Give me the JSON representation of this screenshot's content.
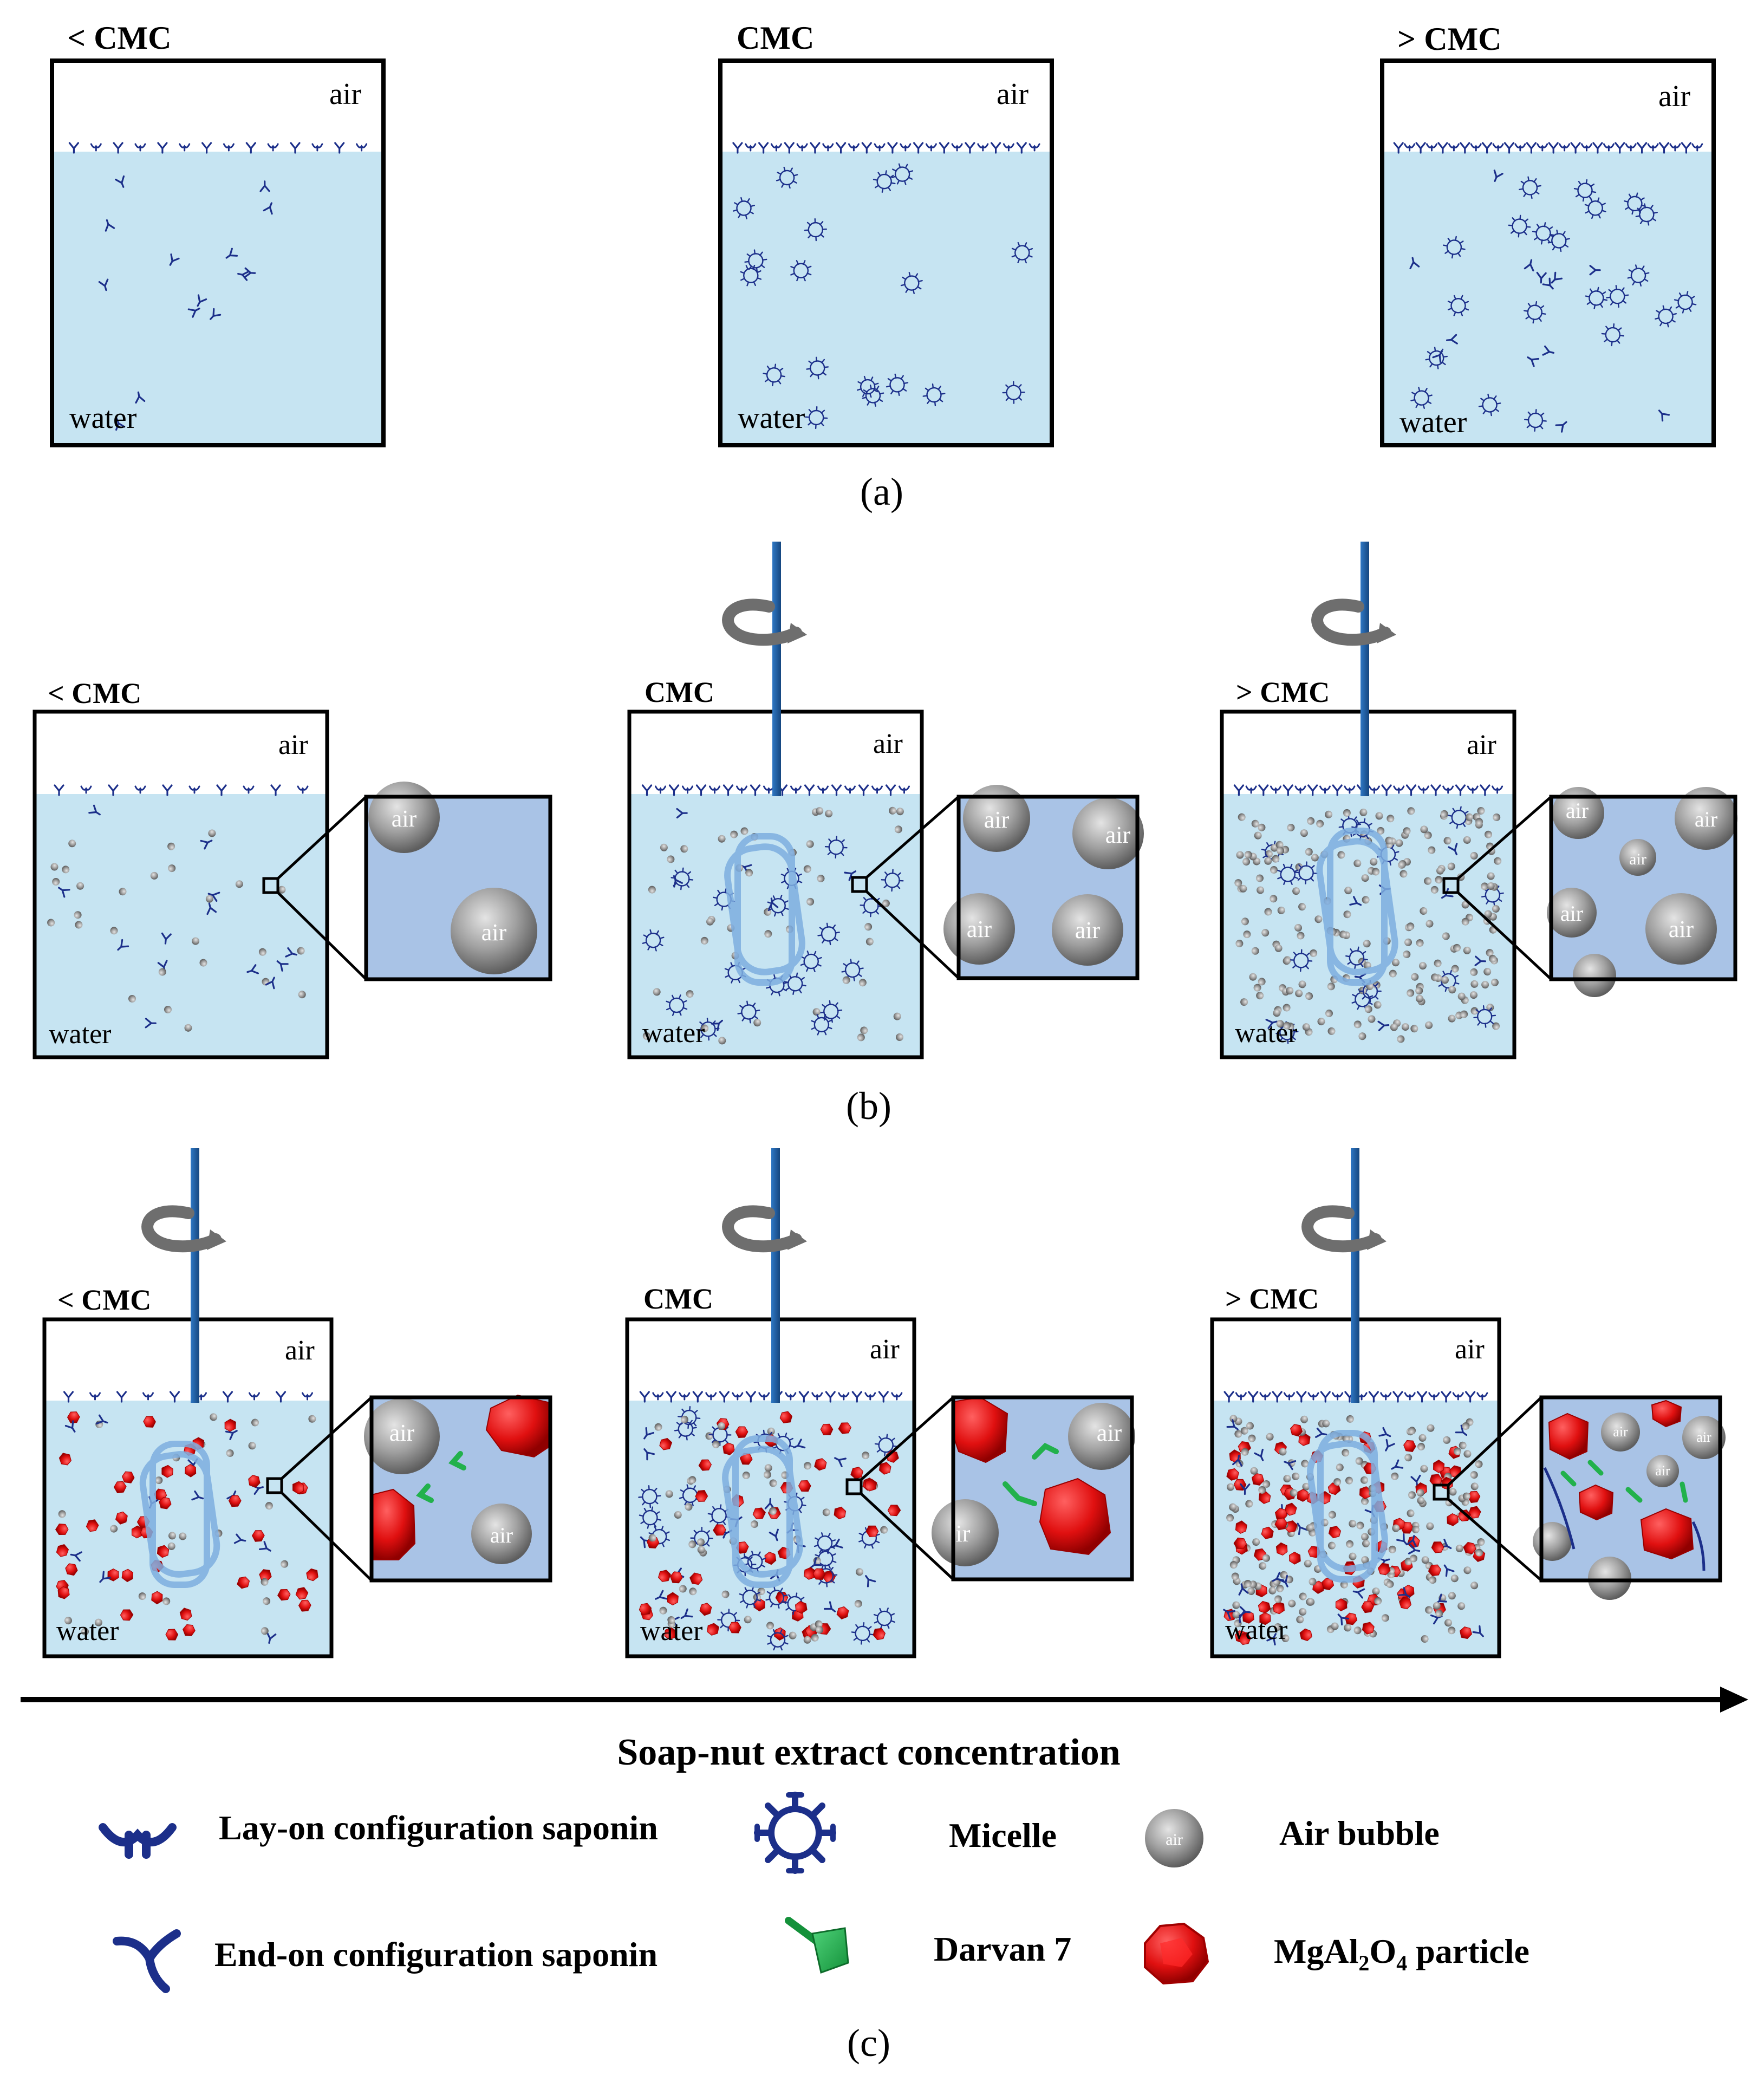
{
  "panels": [
    {
      "id": "a",
      "caption": "(a)",
      "beakers": [
        {
          "label": "< CMC",
          "air": "air",
          "water": "water"
        },
        {
          "label": "CMC",
          "air": "air",
          "water": "water"
        },
        {
          "label": "> CMC",
          "air": "air",
          "water": "water"
        }
      ]
    },
    {
      "id": "b",
      "caption": "(b)",
      "beakers": [
        {
          "label": "< CMC",
          "air": "air",
          "water": "water",
          "zoom_bubbles": [
            "air",
            "air"
          ]
        },
        {
          "label": "CMC",
          "air": "air",
          "water": "water",
          "zoom_bubbles": [
            "air",
            "air",
            "air",
            "air"
          ]
        },
        {
          "label": "> CMC",
          "air": "air",
          "water": "water",
          "zoom_bubbles": [
            "air",
            "air",
            "air",
            "air",
            "air"
          ]
        }
      ]
    },
    {
      "id": "c",
      "caption": "(c)",
      "beakers": [
        {
          "label": "< CMC",
          "air": "air",
          "water": "water",
          "zoom_bubbles": [
            "air",
            "air"
          ]
        },
        {
          "label": "CMC",
          "air": "air",
          "water": "water",
          "zoom_bubbles": [
            "air",
            "ir"
          ]
        },
        {
          "label": "> CMC",
          "air": "air",
          "water": "water",
          "zoom_bubbles": [
            "air",
            "air",
            "air"
          ]
        }
      ]
    }
  ],
  "axis_label": "Soap-nut extract concentration",
  "legend": [
    {
      "name": "Lay-on configuration saponin",
      "icon": "lay-on-saponin-icon"
    },
    {
      "name": "Micelle",
      "icon": "micelle-icon"
    },
    {
      "name": "Air bubble",
      "icon": "air-bubble-icon",
      "icon_text": "air"
    },
    {
      "name": "End-on configuration saponin",
      "icon": "end-on-saponin-icon"
    },
    {
      "name": "Darvan 7",
      "icon": "darvan-icon"
    },
    {
      "name": "MgAl",
      "sub1": "2",
      "mid": "O",
      "sub2": "4",
      "tail": " particle",
      "icon": "mgal2o4-particle-icon"
    }
  ],
  "colors": {
    "water": "#c6e4f2",
    "zoom_bg": "#a9c3e6",
    "saponin": "#1c2f8a",
    "rod": "#1e5aa0",
    "impeller": "#7eaee0",
    "bubble": "#909090",
    "particle": "#e01010",
    "darvan": "#22b14c",
    "arrow": "#707070"
  }
}
